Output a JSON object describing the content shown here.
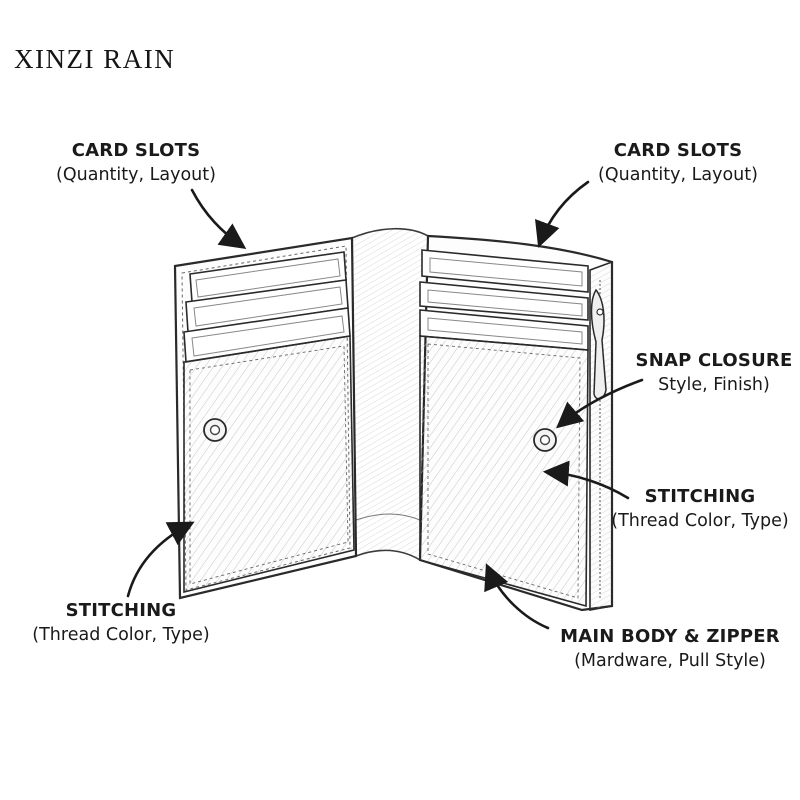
{
  "brand": {
    "name": "XINZI RAIN"
  },
  "callouts": {
    "card_slots_left": {
      "title": "CARD SLOTS",
      "detail": "(Quantity, Layout)"
    },
    "card_slots_right": {
      "title": "CARD SLOTS",
      "detail": "(Quantity, Layout)"
    },
    "snap_closure": {
      "title": "SNAP CLOSURE",
      "detail": "Style, Finish)"
    },
    "stitching_right": {
      "title": "STITCHING",
      "detail": "(Thread Color, Type)"
    },
    "stitching_left": {
      "title": "STITCHING",
      "detail": "(Thread Color, Type)"
    },
    "main_body": {
      "title": "MAIN BODY & ZIPPER",
      "detail": "(Mardware, Pull Style)"
    }
  },
  "style": {
    "ink": "#2a2a2a",
    "shade": "#9a9a9a",
    "paper": "#ffffff"
  }
}
